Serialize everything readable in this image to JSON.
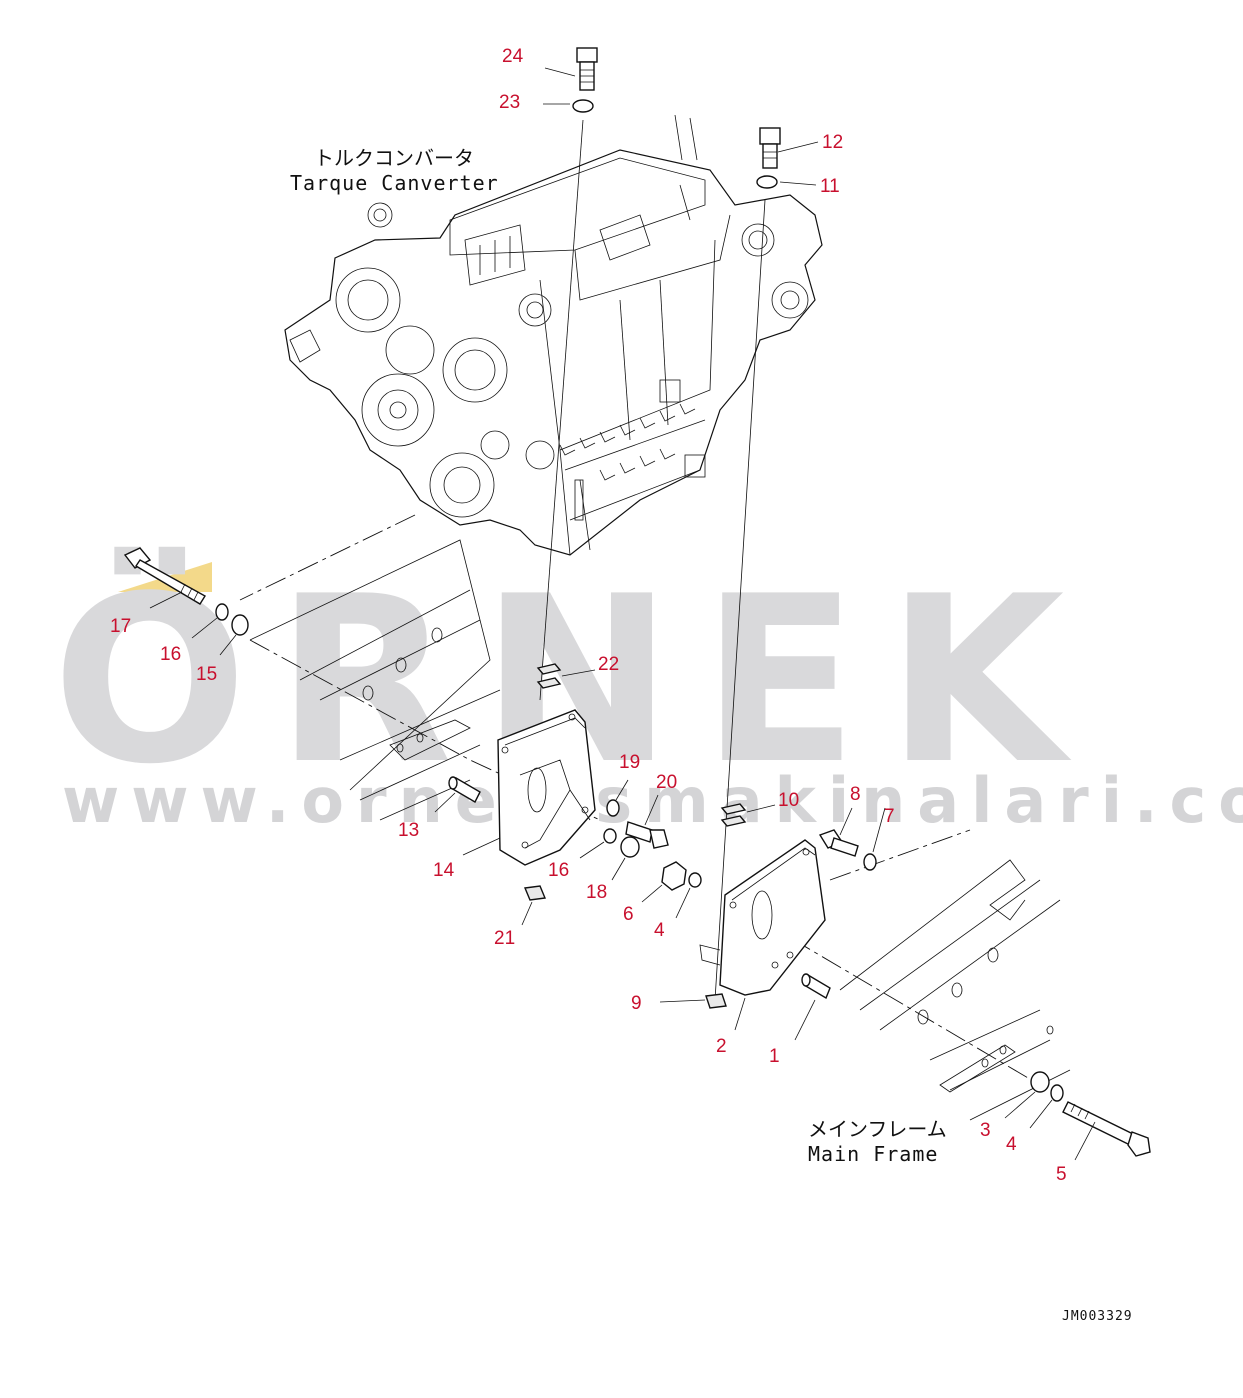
{
  "watermark": {
    "brand": "ÖRNEK",
    "url": "www.ornekismakinalari.com.tr",
    "accent_color": "#f3d98a",
    "text_color": "#d9d9db"
  },
  "labels": {
    "torque_converter_jp": "トルクコンバータ",
    "torque_converter_en": "Tarque Canverter",
    "main_frame_jp": "メインフレーム",
    "main_frame_en": "Main Frame",
    "drawing_code": "JM003329"
  },
  "callouts": [
    {
      "id": "c24",
      "num": "24"
    },
    {
      "id": "c23",
      "num": "23"
    },
    {
      "id": "c12",
      "num": "12"
    },
    {
      "id": "c11",
      "num": "11"
    },
    {
      "id": "c17",
      "num": "17"
    },
    {
      "id": "c16a",
      "num": "16"
    },
    {
      "id": "c15",
      "num": "15"
    },
    {
      "id": "c22",
      "num": "22"
    },
    {
      "id": "c19",
      "num": "19"
    },
    {
      "id": "c20",
      "num": "20"
    },
    {
      "id": "c10",
      "num": "10"
    },
    {
      "id": "c8",
      "num": "8"
    },
    {
      "id": "c7",
      "num": "7"
    },
    {
      "id": "c13",
      "num": "13"
    },
    {
      "id": "c14",
      "num": "14"
    },
    {
      "id": "c16b",
      "num": "16"
    },
    {
      "id": "c18",
      "num": "18"
    },
    {
      "id": "c6",
      "num": "6"
    },
    {
      "id": "c4a",
      "num": "4"
    },
    {
      "id": "c21",
      "num": "21"
    },
    {
      "id": "c9",
      "num": "9"
    },
    {
      "id": "c2",
      "num": "2"
    },
    {
      "id": "c1",
      "num": "1"
    },
    {
      "id": "c3",
      "num": "3"
    },
    {
      "id": "c4b",
      "num": "4"
    },
    {
      "id": "c5",
      "num": "5"
    }
  ],
  "colors": {
    "callout": "#c8102e",
    "line": "#111111"
  }
}
